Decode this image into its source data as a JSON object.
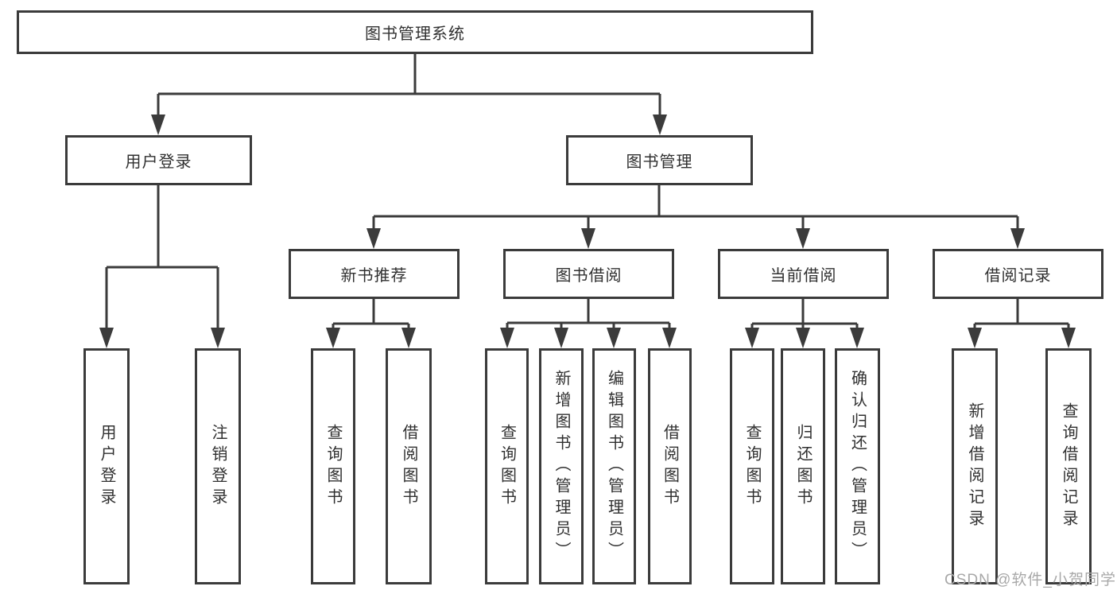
{
  "diagram": {
    "root": "图书管理系统",
    "level2": [
      "用户登录",
      "图书管理"
    ],
    "level3": [
      "新书推荐",
      "图书借阅",
      "当前借阅",
      "借阅记录"
    ],
    "leaves": [
      "用户登录",
      "注销登录",
      "查询图书",
      "借阅图书",
      "查询图书",
      "新增图书（管理员）",
      "编辑图书（管理员）",
      "借阅图书",
      "查询图书",
      "归还图书",
      "确认归还（管理员）",
      "新增借阅记录",
      "查询借阅记录"
    ],
    "watermark": "CSDN @软件_小贺同学",
    "colors": {
      "line": "#3b3b3b",
      "text": "#303030",
      "watermark": "#a8a8a8",
      "background": "#ffffff"
    }
  }
}
